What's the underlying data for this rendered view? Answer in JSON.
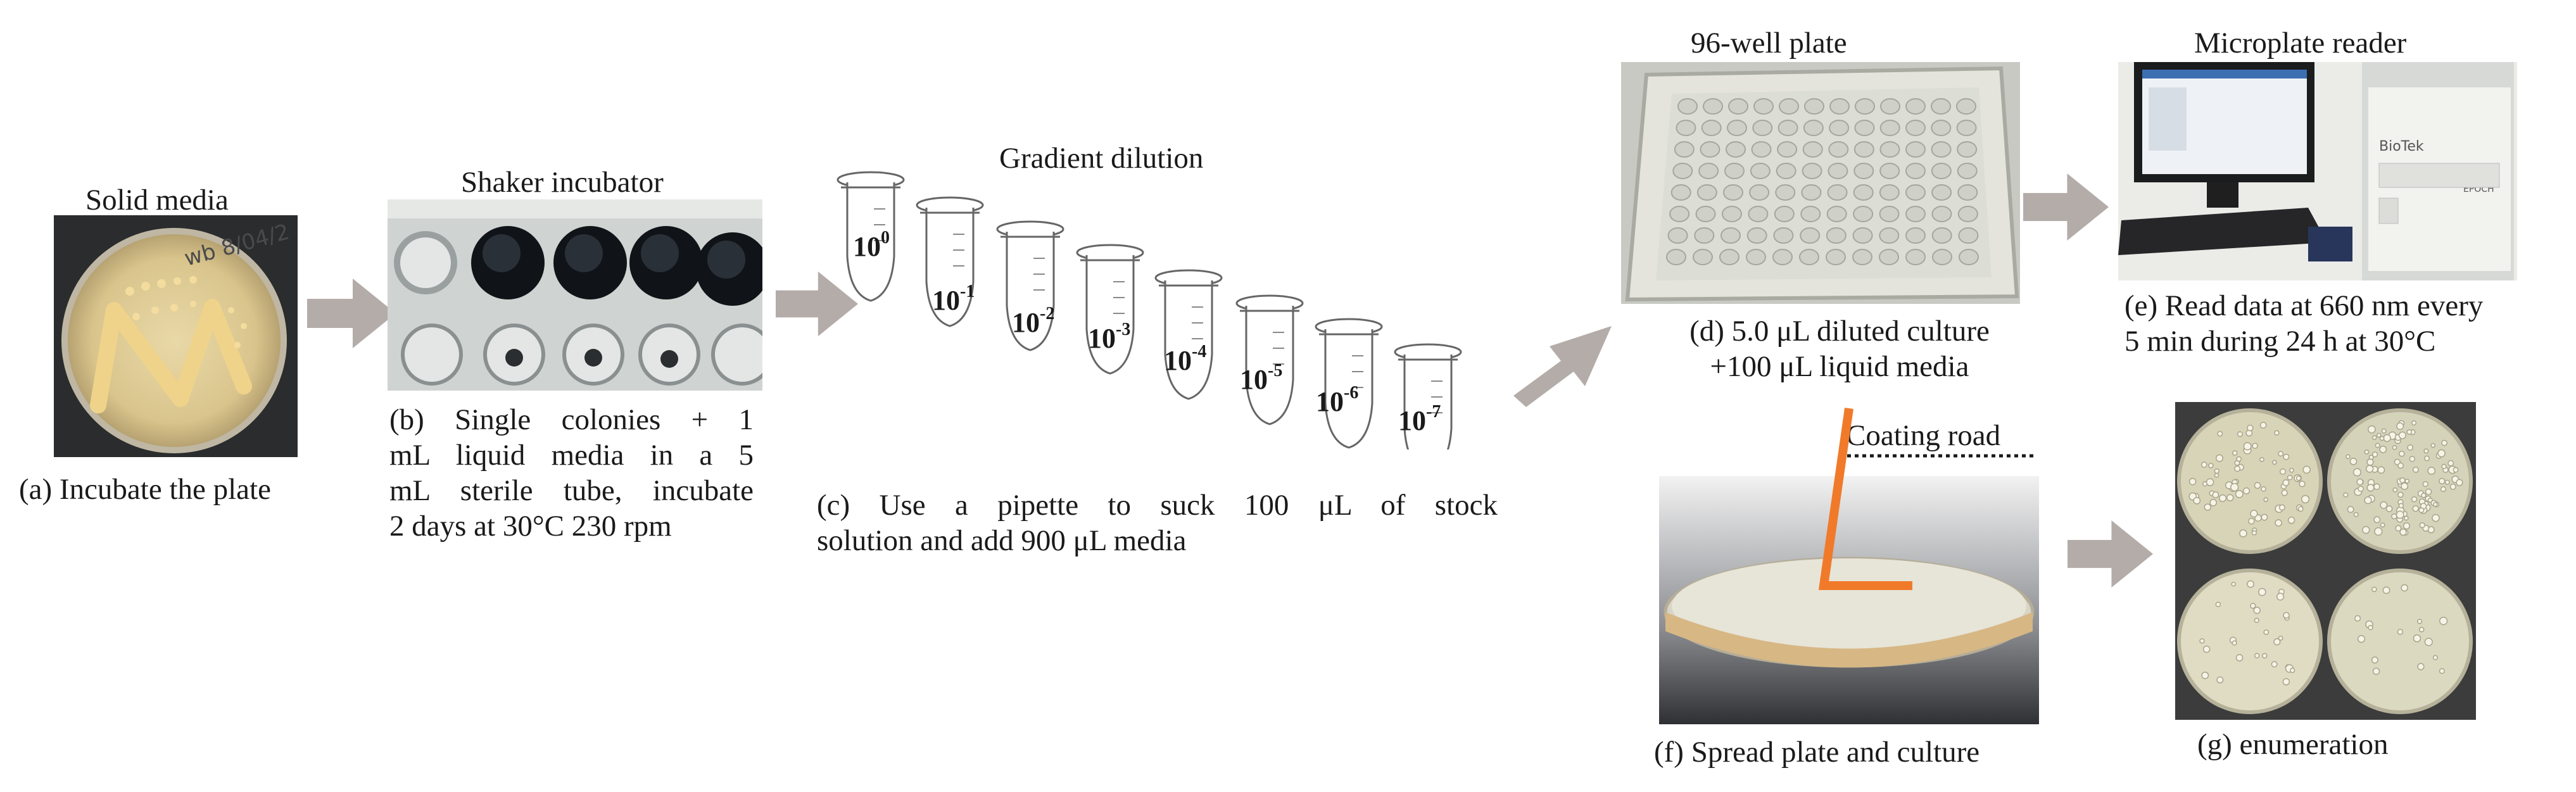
{
  "solid_media": {
    "title": "Solid media",
    "caption": "(a) Incubate the plate",
    "plate_text": "wb  8/04/2"
  },
  "shaker": {
    "title": "Shaker incubator",
    "caption_lines": [
      "(b) Single colonies + 1",
      "mL liquid media in a 5",
      "mL sterile tube, incubate",
      "2 days at 30°C 230 rpm"
    ]
  },
  "dilution": {
    "title": "Gradient dilution",
    "tubes": [
      {
        "base": "10",
        "exp": "0"
      },
      {
        "base": "10",
        "exp": "-1"
      },
      {
        "base": "10",
        "exp": "-2"
      },
      {
        "base": "10",
        "exp": "-3"
      },
      {
        "base": "10",
        "exp": "-4"
      },
      {
        "base": "10",
        "exp": "-5"
      },
      {
        "base": "10",
        "exp": "-6"
      },
      {
        "base": "10",
        "exp": "-7"
      }
    ],
    "caption_lines": [
      "(c) Use a pipette to suck 100 μL of stock",
      "solution and add 900 μL media"
    ]
  },
  "well_plate": {
    "title": "96-well plate",
    "caption_lines": [
      "(d) 5.0 μL diluted culture",
      "+100 μL liquid media"
    ]
  },
  "reader": {
    "title": "Microplate reader",
    "brand": "BioTek",
    "model": "EPOCH",
    "caption_lines": [
      "(e) Read data at 660 nm every",
      "5 min during 24 h at 30°C"
    ]
  },
  "spread": {
    "coating_label": "Coating road",
    "caption": "(f) Spread plate and culture"
  },
  "enumeration": {
    "caption": "(g) enumeration"
  },
  "colors": {
    "arrow": "#b3aca9",
    "coating_rod": "#f07a2a"
  }
}
